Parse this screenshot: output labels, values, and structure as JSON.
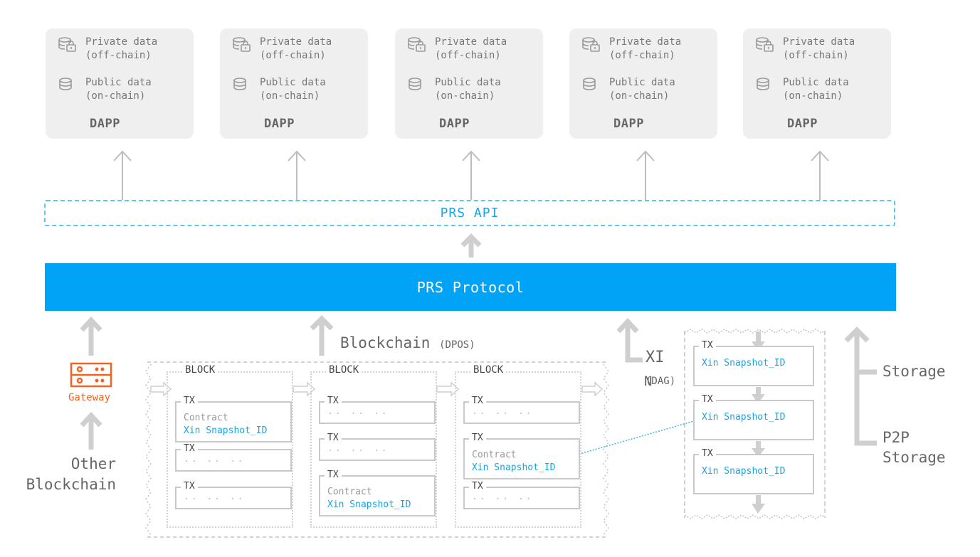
{
  "dapps": [
    {
      "private_label": "Private data",
      "private_sub": "(off-chain)",
      "public_label": "Public data",
      "public_sub": "(on-chain)",
      "title": "DAPP"
    },
    {
      "private_label": "Private data",
      "private_sub": "(off-chain)",
      "public_label": "Public data",
      "public_sub": "(on-chain)",
      "title": "DAPP"
    },
    {
      "private_label": "Private data",
      "private_sub": "(off-chain)",
      "public_label": "Public data",
      "public_sub": "(on-chain)",
      "title": "DAPP"
    },
    {
      "private_label": "Private data",
      "private_sub": "(off-chain)",
      "public_label": "Public data",
      "public_sub": "(on-chain)",
      "title": "DAPP"
    },
    {
      "private_label": "Private data",
      "private_sub": "(off-chain)",
      "public_label": "Public data",
      "public_sub": "(on-chain)",
      "title": "DAPP"
    }
  ],
  "api": {
    "label": "PRS API"
  },
  "protocol": {
    "label": "PRS Protocol"
  },
  "gateway": {
    "label": "Gateway",
    "source_line1": "Other",
    "source_line2": "Blockchain"
  },
  "blockchain": {
    "label": "Blockchain",
    "sub": "(DPOS)"
  },
  "blocks": [
    {
      "title": "BLOCK",
      "txs": [
        {
          "label": "TX",
          "line1": "Contract",
          "line2": "Xin Snapshot_ID"
        },
        {
          "label": "TX",
          "line1": ".. .. ..",
          "line2": ""
        },
        {
          "label": "TX",
          "line1": ".. .. ..",
          "line2": ""
        }
      ]
    },
    {
      "title": "BLOCK",
      "txs": [
        {
          "label": "TX",
          "line1": ".. .. ..",
          "line2": ""
        },
        {
          "label": "TX",
          "line1": ".. .. ..",
          "line2": ""
        },
        {
          "label": "TX",
          "line1": "Contract",
          "line2": "Xin Snapshot_ID"
        }
      ]
    },
    {
      "title": "BLOCK",
      "txs": [
        {
          "label": "TX",
          "line1": ".. .. ..",
          "line2": ""
        },
        {
          "label": "TX",
          "line1": "Contract",
          "line2": "Xin Snapshot_ID"
        },
        {
          "label": "TX",
          "line1": ".. .. ..",
          "line2": ""
        }
      ]
    }
  ],
  "xin": {
    "label_a": "XI",
    "label_b": "N",
    "sub": "(DAG)"
  },
  "dag_txs": [
    {
      "label": "TX",
      "value": "Xin Snapshot_ID"
    },
    {
      "label": "TX",
      "value": "Xin Snapshot_ID"
    },
    {
      "label": "TX",
      "value": "Xin Snapshot_ID"
    }
  ],
  "storage": {
    "label": "Storage",
    "p2p_line1": "P2P",
    "p2p_line2": "Storage"
  },
  "colors": {
    "accent": "#00a3f5",
    "api_border": "#5cc7e8",
    "gateway": "#f26322",
    "arrow": "#c8c8c8",
    "link": "#1aa3e0"
  }
}
